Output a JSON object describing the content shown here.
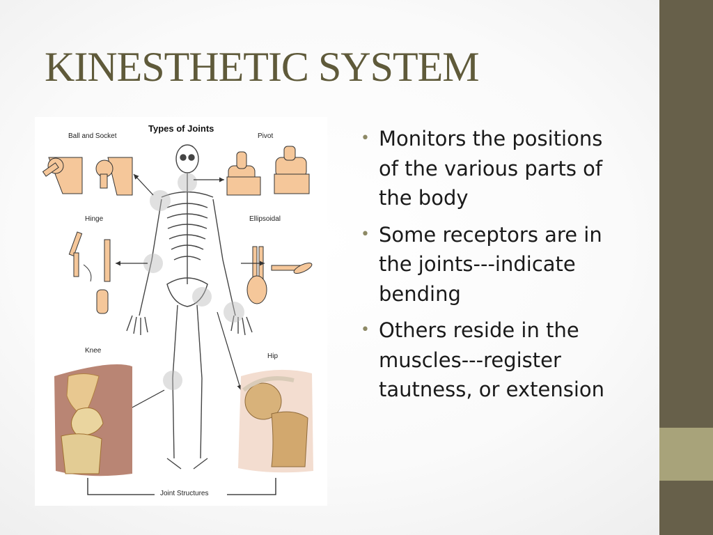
{
  "slide": {
    "title": "KINESTHETIC SYSTEM",
    "bullets": [
      "Monitors the positions of the various parts of the body",
      "Some receptors are in the joints---indicate bending",
      "Others reside in the muscles---register tautness, or extension"
    ]
  },
  "figure": {
    "heading": "Types of Joints",
    "labels": {
      "ball_socket": "Ball and Socket",
      "pivot": "Pivot",
      "hinge": "Hinge",
      "ellipsoidal": "Ellipsoidal",
      "knee": "Knee",
      "hip": "Hip",
      "joint_structures": "Joint Structures"
    }
  },
  "colors": {
    "sidebar": "#67604a",
    "accent": "#a8a37a",
    "title": "#5f5a3a",
    "joint_orange": "#f5c79a"
  }
}
